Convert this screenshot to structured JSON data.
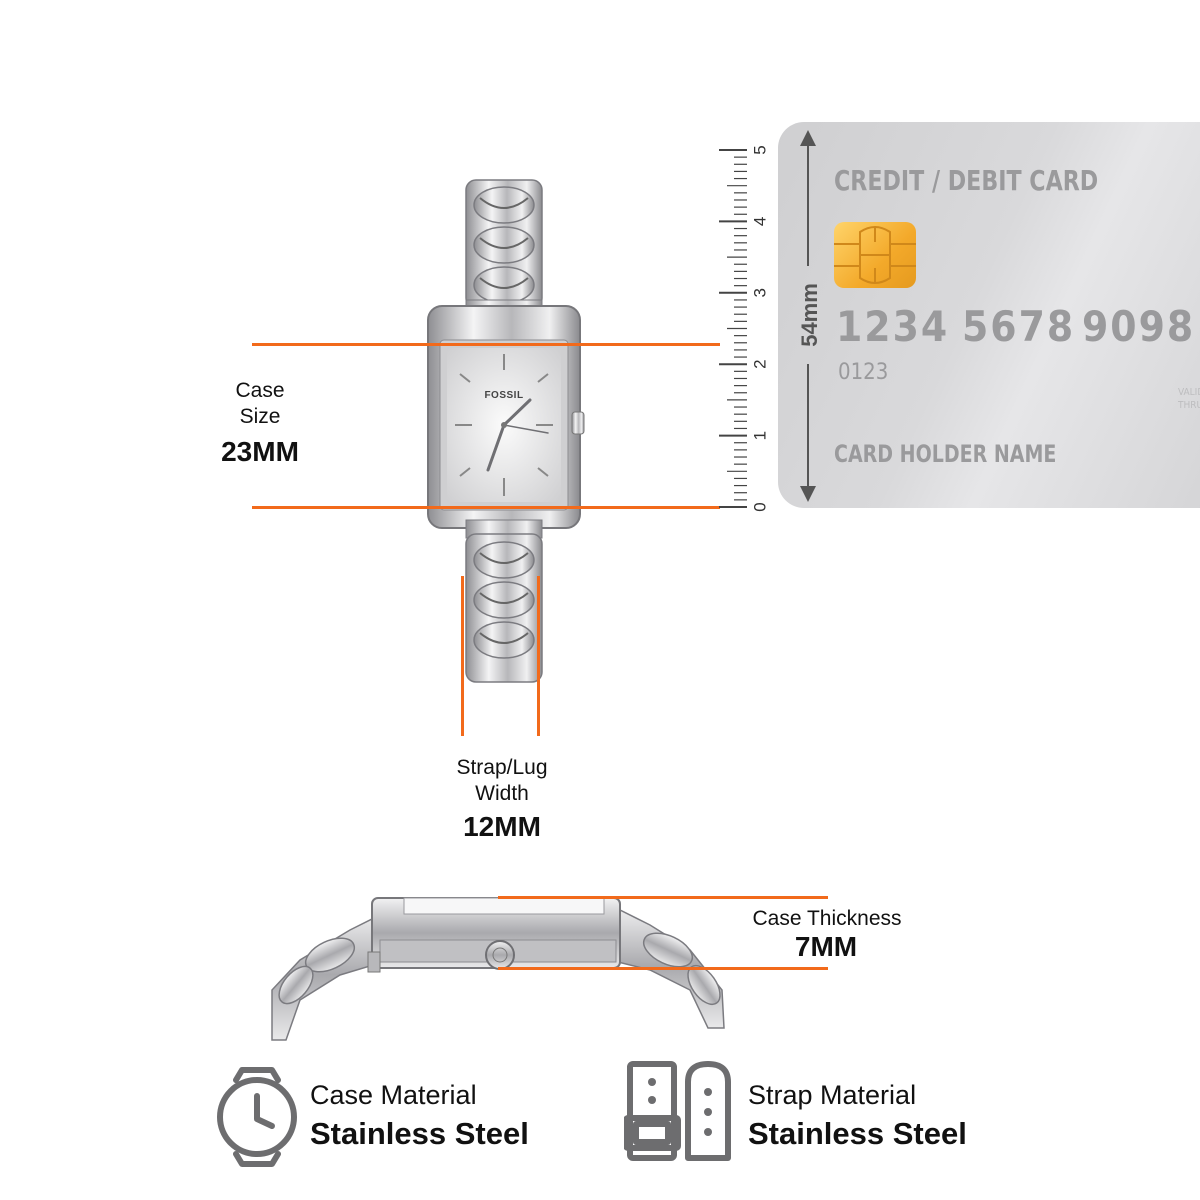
{
  "case_size": {
    "label": "Case\nSize",
    "value": "23MM"
  },
  "strap_width": {
    "label": "Strap/Lug\nWidth",
    "value": "12MM"
  },
  "case_thickness": {
    "label": "Case Thickness",
    "value": "7MM"
  },
  "card": {
    "title": "CREDIT / DEBIT CARD",
    "number_groups": [
      "1234",
      "5678",
      "9098"
    ],
    "sub_number": "0123",
    "holder": "CARD HOLDER NAME",
    "height_label": "54mm",
    "valid_thru": "VALID\nTHRU"
  },
  "ruler": {
    "ticks": [
      "0",
      "1",
      "2",
      "3",
      "4",
      "5"
    ]
  },
  "watch": {
    "brand": "FOSSIL"
  },
  "features": [
    {
      "icon": "watch-icon",
      "title": "Case Material",
      "value": "Stainless Steel"
    },
    {
      "icon": "strap-icon",
      "title": "Strap Material",
      "value": "Stainless Steel"
    }
  ],
  "colors": {
    "accent": "#f26a1b",
    "steel": "#c9c9cb",
    "icon_gray": "#6d6d6f"
  }
}
